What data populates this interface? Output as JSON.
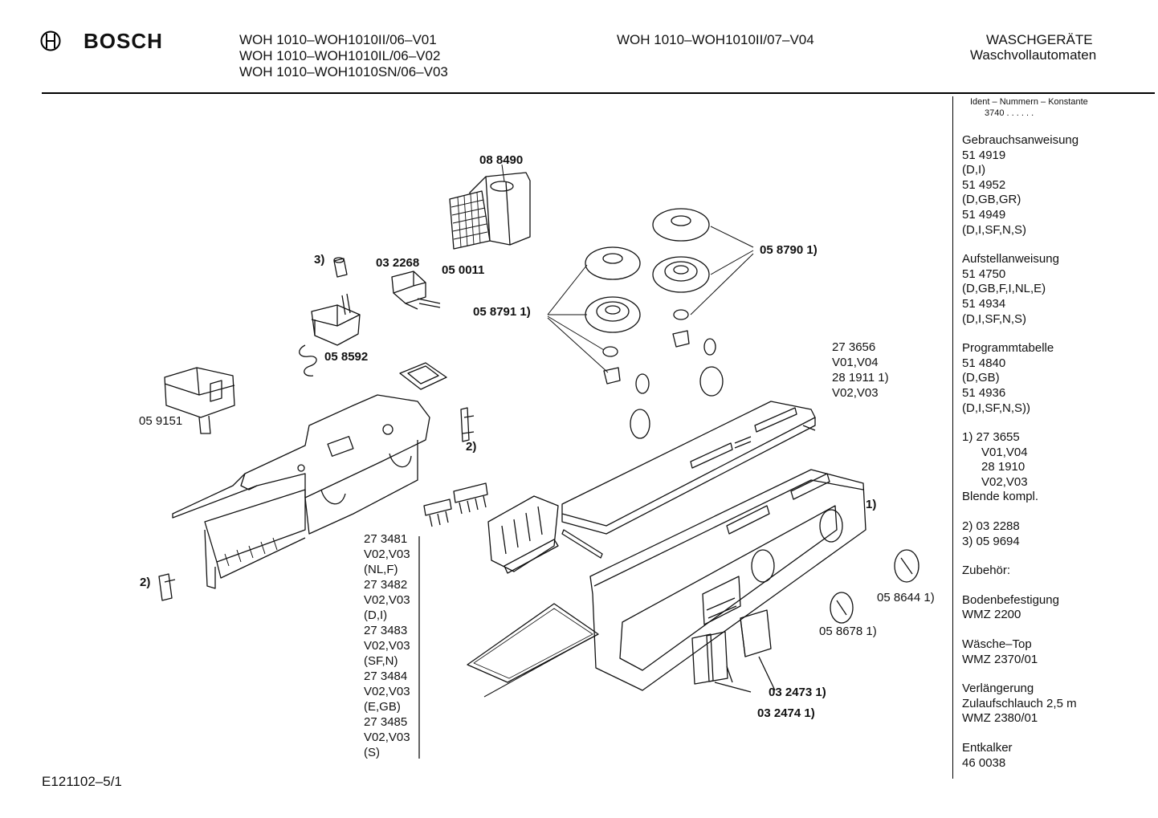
{
  "header": {
    "brand": "BOSCH",
    "models_left": [
      "WOH 1010–WOH1010II/06–V01",
      "WOH 1010–WOH1010IL/06–V02",
      "WOH 1010–WOH1010SN/06–V03"
    ],
    "model_center": "WOH 1010–WOH1010II/07–V04",
    "category": "WASCHGERÄTE",
    "subcategory": "Waschvollautomaten"
  },
  "sidebar": {
    "ident_title": "Ident – Nummern – Konstante",
    "ident_value": "3740 . . . . . .",
    "gebrauch_title": "Gebrauchsanweisung",
    "gebrauch": [
      "51 4919",
      "(D,I)",
      "51 4952",
      "(D,GB,GR)",
      "51 4949",
      "(D,I,SF,N,S)"
    ],
    "aufstell_title": "Aufstellanweisung",
    "aufstell": [
      "51 4750",
      "(D,GB,F,I,NL,E)",
      "51 4934",
      "(D,I,SF,N,S)"
    ],
    "programm_title": "Programmtabelle",
    "programm": [
      "51 4840",
      "(D,GB)",
      "51 4936",
      "(D,I,SF,N,S))"
    ],
    "note1_first": "1)  27 3655",
    "note1_rest": [
      "V01,V04",
      "28 1910",
      "V02,V03"
    ],
    "note1_last": "Blende kompl.",
    "note2": "2)  03 2288",
    "note3": "3)  05 9694",
    "zubehoer": "Zubehör:",
    "boden_title": "Bodenbefestigung",
    "boden_value": "WMZ 2200",
    "waesche_title": "Wäsche–Top",
    "waesche_value": "WMZ 2370/01",
    "verl_title": "Verlängerung",
    "verl_line2": "Zulaufschlauch 2,5 m",
    "verl_value": "WMZ 2380/01",
    "entk_title": "Entkalker",
    "entk_value": "46 0038"
  },
  "labels": {
    "p088490": "08 8490",
    "p050011": "05 0011",
    "p032268": "03 2268",
    "note3_marker": "3)",
    "p058592": "05 8592",
    "p059151": "05 9151",
    "p058790": "05 8790 1)",
    "p058791": "05 8791 1)",
    "p273656": [
      "27 3656",
      "V01,V04",
      "28 1911 1)",
      "V02,V03"
    ],
    "note2_marker_a": "2)",
    "note2_marker_b": "2)",
    "note1_marker": "1)",
    "p058644": "05 8644 1)",
    "p058678": "05 8678 1)",
    "p032473": "03 2473  1)",
    "p032474": "03 2474  1)",
    "footer": "E121102–5/1"
  },
  "column_list": [
    "27 3481",
    "V02,V03",
    "(NL,F)",
    "27 3482",
    "V02,V03",
    "(D,I)",
    "27 3483",
    "V02,V03",
    "(SF,N)",
    "27 3484",
    "V02,V03",
    "(E,GB)",
    "27 3485",
    "V02,V03",
    "(S)"
  ]
}
